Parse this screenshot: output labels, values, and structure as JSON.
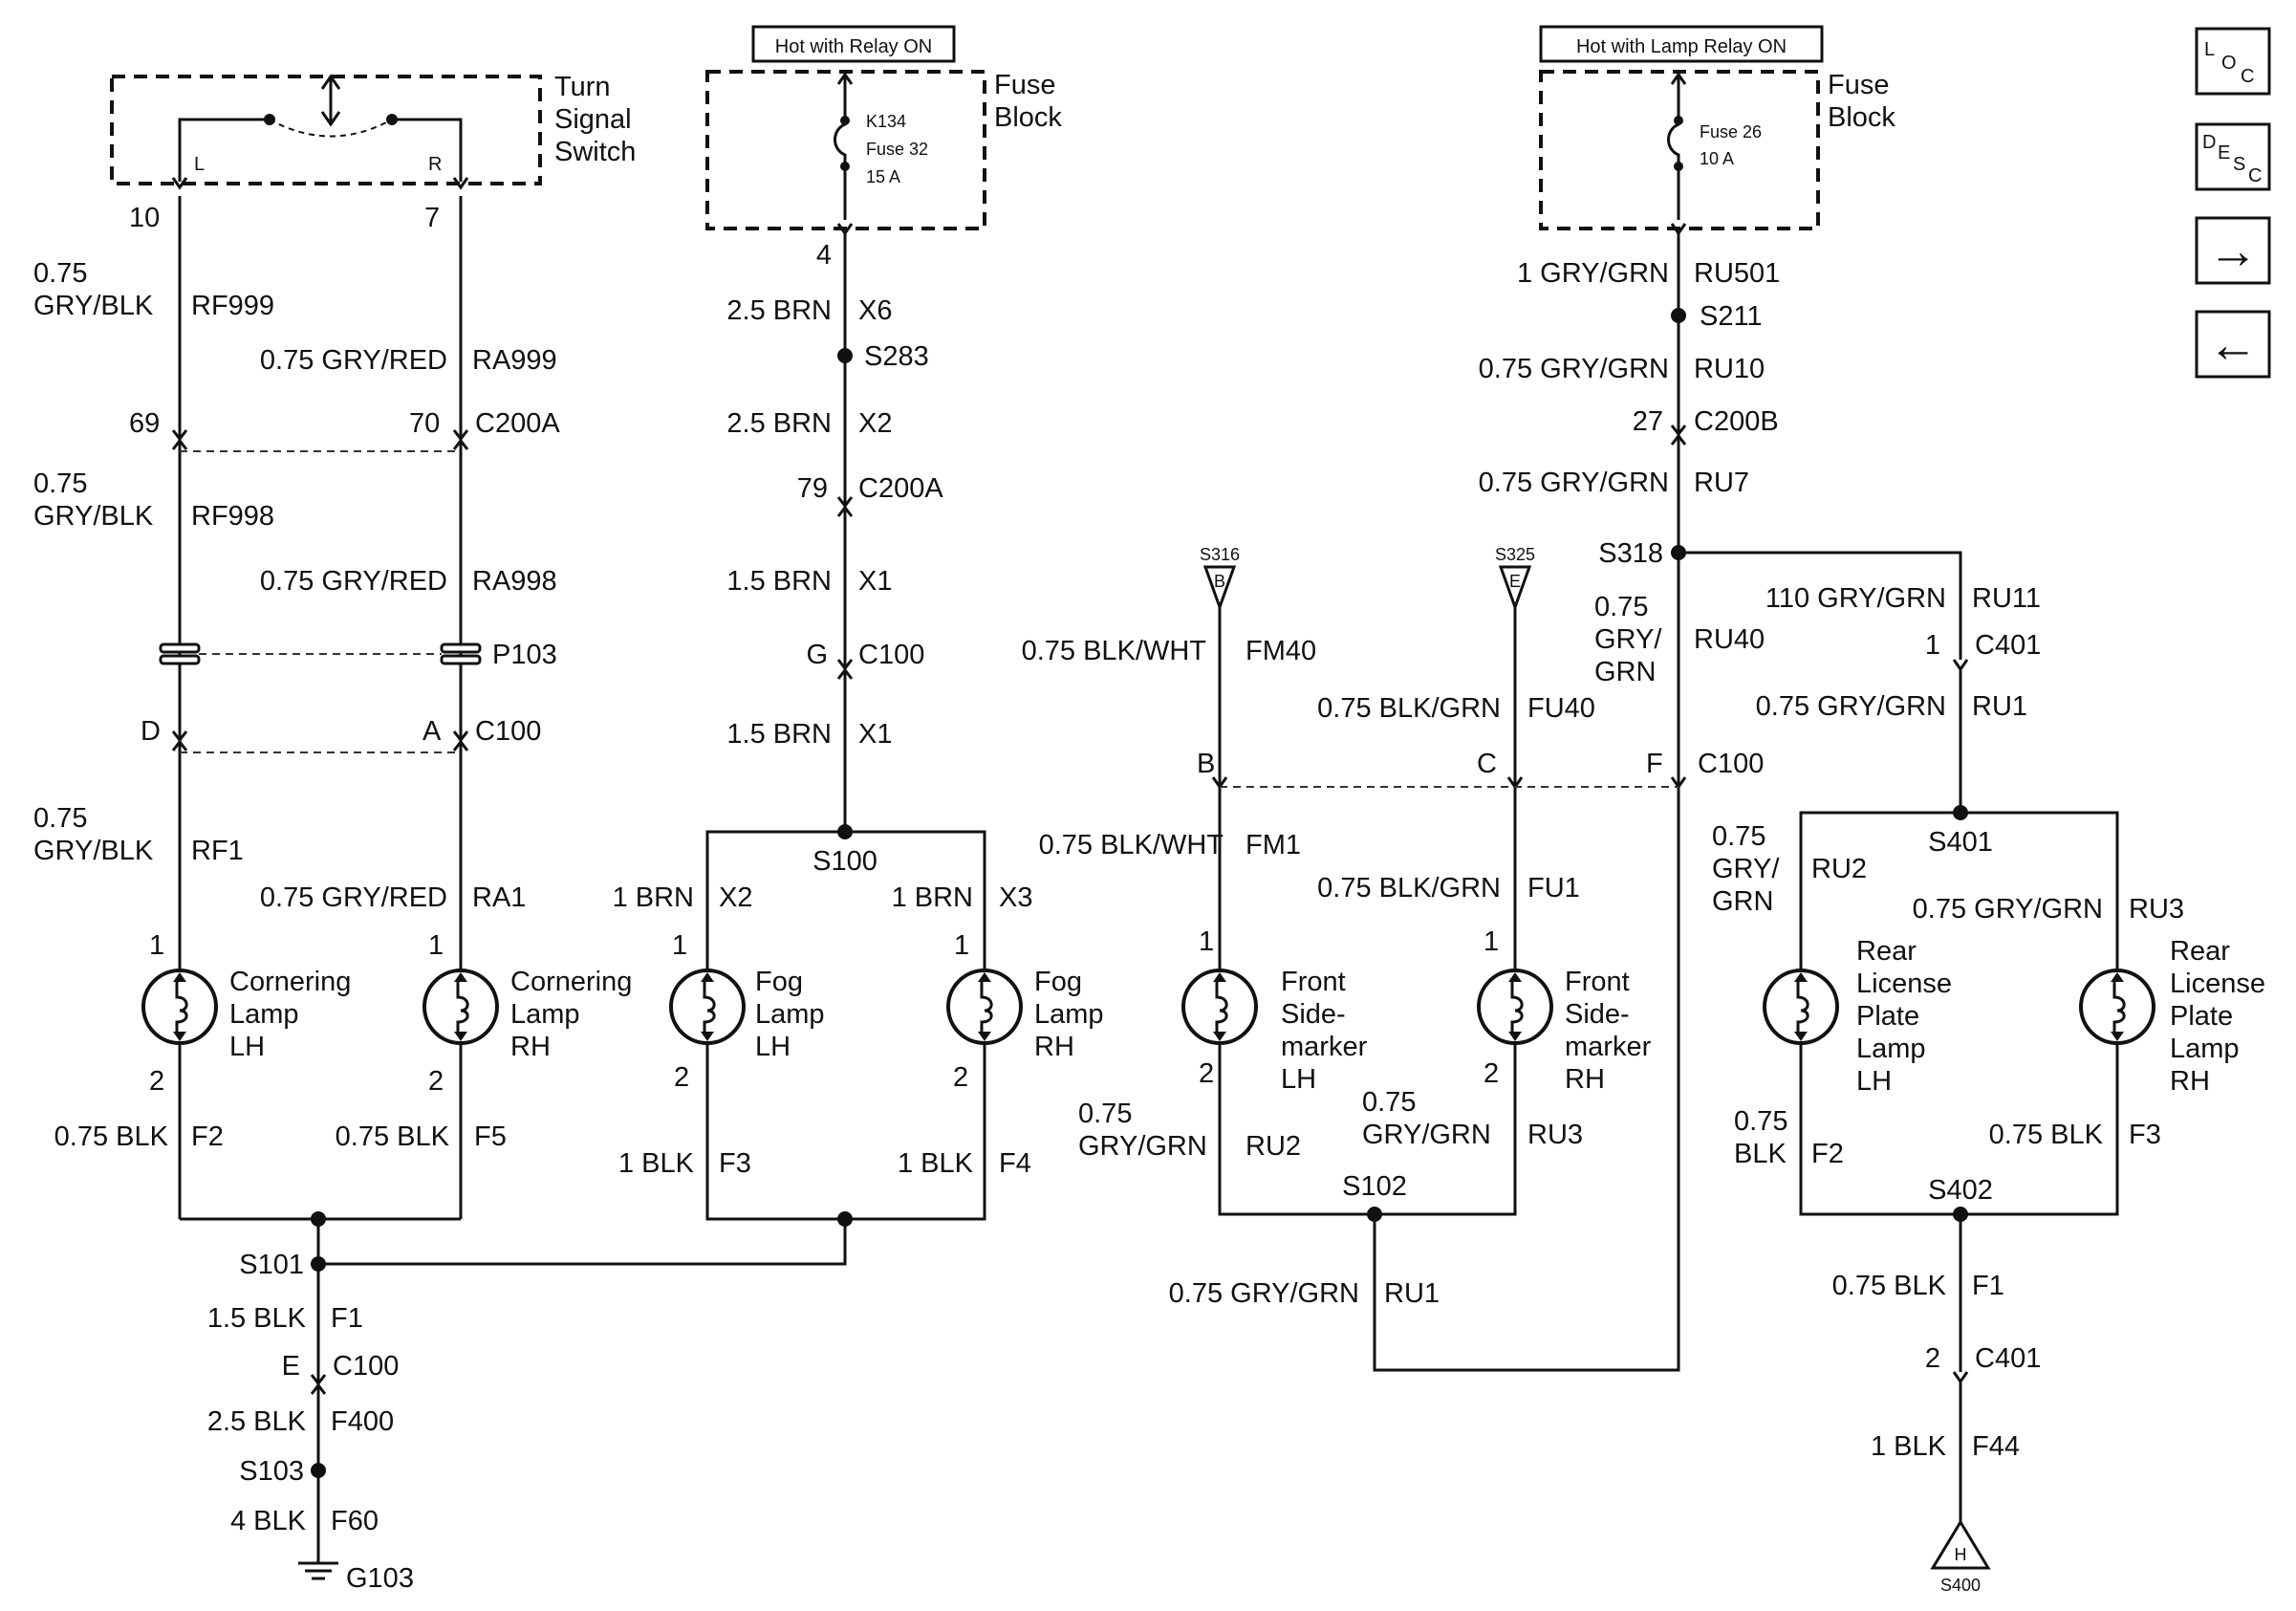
{
  "headers": {
    "relay_on": "Hot with Relay ON",
    "lamp_relay_on": "Hot with Lamp Relay ON"
  },
  "components": {
    "turn_signal_switch": [
      "Turn",
      "Signal",
      "Switch"
    ],
    "turn_switch_left": "L",
    "turn_switch_right": "R",
    "fuse_block_1": [
      "Fuse",
      "Block"
    ],
    "fuse_block_2": [
      "Fuse",
      "Block"
    ],
    "fuse_32": [
      "K134",
      "Fuse 32",
      "15 A"
    ],
    "fuse_26": [
      "Fuse 26",
      "10 A"
    ],
    "cornering_lh": [
      "Cornering",
      "Lamp",
      "LH"
    ],
    "cornering_rh": [
      "Cornering",
      "Lamp",
      "RH"
    ],
    "fog_lh": [
      "Fog",
      "Lamp",
      "LH"
    ],
    "fog_rh": [
      "Fog",
      "Lamp",
      "RH"
    ],
    "side_lh": [
      "Front",
      "Side-",
      "marker",
      "LH"
    ],
    "side_rh": [
      "Front",
      "Side-",
      "marker",
      "RH"
    ],
    "lic_lh": [
      "Rear",
      "License",
      "Plate",
      "Lamp",
      "LH"
    ],
    "lic_rh": [
      "Rear",
      "License",
      "Plate",
      "Lamp",
      "RH"
    ]
  },
  "ground": "G103",
  "ground_refs": {
    "s316": {
      "splice": "S316",
      "letter": "B"
    },
    "s325": {
      "splice": "S325",
      "letter": "E"
    },
    "s400": {
      "splice": "S400",
      "letter": "H"
    }
  },
  "nav": {
    "loc": [
      "L",
      "O",
      "C"
    ],
    "desc": [
      "D",
      "E",
      "S",
      "C"
    ],
    "next_arrow": "→",
    "prev_arrow": "←"
  },
  "labels": {
    "c1_p10": "10",
    "c1_p7": "7",
    "c1_w1_size": "0.75",
    "c1_w1_color": "GRY/BLK",
    "c1_w1_id": "RF999",
    "c1_w2": "0.75 GRY/RED",
    "c1_w2_id": "RA999",
    "c1_p69": "69",
    "c1_p70": "70",
    "c1_c200a": "C200A",
    "c1_w3_size": "0.75",
    "c1_w3_color": "GRY/BLK",
    "c1_w3_id": "RF998",
    "c1_w4": "0.75 GRY/RED",
    "c1_w4_id": "RA998",
    "c1_p103": "P103",
    "c1_pD": "D",
    "c1_pA": "A",
    "c1_c100": "C100",
    "c1_w5_size": "0.75",
    "c1_w5_color": "GRY/BLK",
    "c1_w5_id": "RF1",
    "c1_w6": "0.75 GRY/RED",
    "c1_w6_id": "RA1",
    "c1_lh_p1": "1",
    "c1_rh_p1": "1",
    "c1_lh_p2": "2",
    "c1_rh_p2": "2",
    "c1_w7": "0.75 BLK",
    "c1_w7_id": "F2",
    "c1_w8": "0.75 BLK",
    "c1_w8_id": "F5",
    "s101": "S101",
    "g_w1": "1.5 BLK",
    "g_w1_id": "F1",
    "g_pE": "E",
    "g_c100": "C100",
    "g_w2": "2.5 BLK",
    "g_w2_id": "F400",
    "s103": "S103",
    "g_w3": "4 BLK",
    "g_w3_id": "F60",
    "f_p4": "4",
    "f_w1": "2.5 BRN",
    "f_w1_id": "X6",
    "s283": "S283",
    "f_w2": "2.5 BRN",
    "f_w2_id": "X2",
    "f_p79": "79",
    "f_c200a": "C200A",
    "f_w3": "1.5 BRN",
    "f_w3_id": "X1",
    "f_pG": "G",
    "f_c100": "C100",
    "f_w4": "1.5 BRN",
    "f_w4_id": "X1",
    "s100": "S100",
    "f_w5": "1 BRN",
    "f_w5_id": "X2",
    "f_w6": "1 BRN",
    "f_w6_id": "X3",
    "f_lh_p1": "1",
    "f_rh_p1": "1",
    "f_lh_p2": "2",
    "f_rh_p2": "2",
    "f_w7": "1 BLK",
    "f_w7_id": "F3",
    "f_w8": "1 BLK",
    "f_w8_id": "F4",
    "r_w1": "1 GRY/GRN",
    "r_w1_id": "RU501",
    "s211": "S211",
    "r_w2": "0.75 GRY/GRN",
    "r_w2_id": "RU10",
    "r_p27": "27",
    "r_c200b": "C200B",
    "r_w3": "0.75 GRY/GRN",
    "r_w3_id": "RU7",
    "s318": "S318",
    "r_w4_size": "0.75",
    "r_w4_c1": "GRY/",
    "r_w4_c2": "GRN",
    "r_w4_id": "RU40",
    "r_w5": "0.75 BLK/WHT",
    "r_w5_id": "FM40",
    "r_w6": "0.75 BLK/GRN",
    "r_w6_id": "FU40",
    "r_pB": "B",
    "r_pC": "C",
    "r_pF": "F",
    "r_c100": "C100",
    "r_w7": "0.75 BLK/WHT",
    "r_w7_id": "FM1",
    "r_w8": "0.75 BLK/GRN",
    "r_w8_id": "FU1",
    "r_slh_p1": "1",
    "r_srh_p1": "1",
    "r_slh_p2": "2",
    "r_srh_p2": "2",
    "r_w9_size": "0.75",
    "r_w9_color": "GRY/GRN",
    "r_w9_id": "RU2",
    "r_w10_size": "0.75",
    "r_w10_color": "GRY/GRN",
    "r_w10_id": "RU3",
    "s102": "S102",
    "r_w11": "0.75 GRY/GRN",
    "r_w11_id": "RU1",
    "r_w12": "110 GRY/GRN",
    "r_w12_id": "RU11",
    "r_p1_c401": "1",
    "r_c401": "C401",
    "r_w13": "0.75 GRY/GRN",
    "r_w13_id": "RU1",
    "s401": "S401",
    "r_w14_size": "0.75",
    "r_w14_c1": "GRY/",
    "r_w14_c2": "GRN",
    "r_w14_id": "RU2",
    "r_w15": "0.75 GRY/GRN",
    "r_w15_id": "RU3",
    "r_w16_size": "0.75",
    "r_w16_color": "BLK",
    "r_w16_id": "F2",
    "r_w17": "0.75 BLK",
    "r_w17_id": "F3",
    "s402": "S402",
    "r_w18": "0.75 BLK",
    "r_w18_id": "F1",
    "r_p2_c401": "2",
    "r_c401b": "C401",
    "r_w19": "1 BLK",
    "r_w19_id": "F44"
  }
}
